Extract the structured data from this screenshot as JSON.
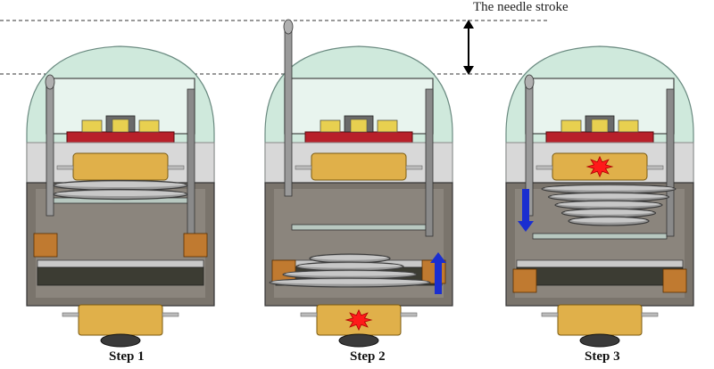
{
  "annotation": {
    "stroke_label": "The needle stroke"
  },
  "steps": [
    {
      "label": "Step 1",
      "spring": "compressed-upper",
      "flash_in": "none",
      "arrow": "none"
    },
    {
      "label": "Step 2",
      "spring": "expanding-lower",
      "flash_in": "bottom-puck",
      "arrow": "up"
    },
    {
      "label": "Step 3",
      "spring": "extended-middle",
      "flash_in": "top-puck",
      "arrow": "down"
    }
  ],
  "colors": {
    "dome": "#cfe9dc",
    "metal_light": "#d8d8d8",
    "metal_dark": "#5a5650",
    "housing": "#7a746c",
    "puck": "#e0b04a",
    "chip_red": "#b8202a",
    "chip_yellow": "#e8d050",
    "flash": "#ff1a1a",
    "arrow": "#1a2ed0"
  }
}
